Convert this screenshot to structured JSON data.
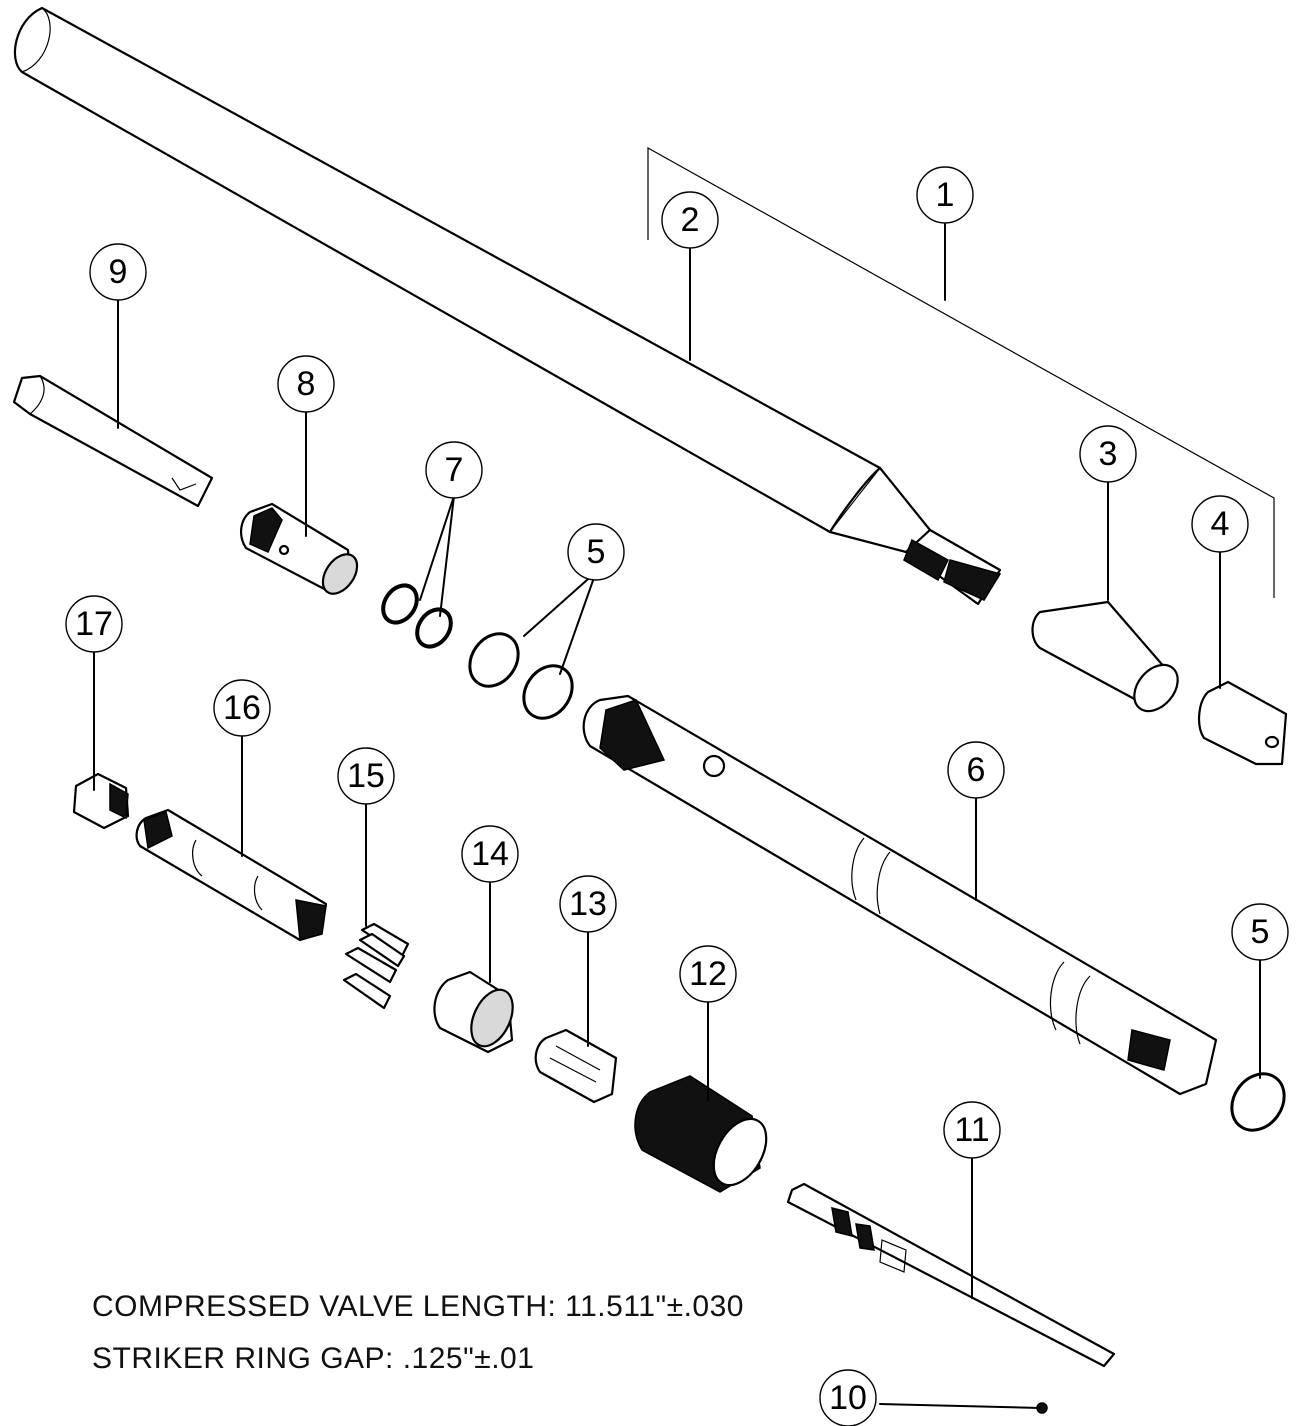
{
  "balloons": [
    {
      "id": "b1",
      "label": "1"
    },
    {
      "id": "b2",
      "label": "2"
    },
    {
      "id": "b3",
      "label": "3"
    },
    {
      "id": "b4",
      "label": "4"
    },
    {
      "id": "b5a",
      "label": "5"
    },
    {
      "id": "b5b",
      "label": "5"
    },
    {
      "id": "b6",
      "label": "6"
    },
    {
      "id": "b7",
      "label": "7"
    },
    {
      "id": "b8",
      "label": "8"
    },
    {
      "id": "b9",
      "label": "9"
    },
    {
      "id": "b10",
      "label": "10"
    },
    {
      "id": "b11",
      "label": "11"
    },
    {
      "id": "b12",
      "label": "12"
    },
    {
      "id": "b13",
      "label": "13"
    },
    {
      "id": "b14",
      "label": "14"
    },
    {
      "id": "b15",
      "label": "15"
    },
    {
      "id": "b16",
      "label": "16"
    },
    {
      "id": "b17",
      "label": "17"
    }
  ],
  "notes": {
    "compressed_valve_length": "COMPRESSED VALVE LENGTH: 11.511\"±.030",
    "striker_ring_gap": "STRIKER RING GAP: .125\"±.01"
  }
}
